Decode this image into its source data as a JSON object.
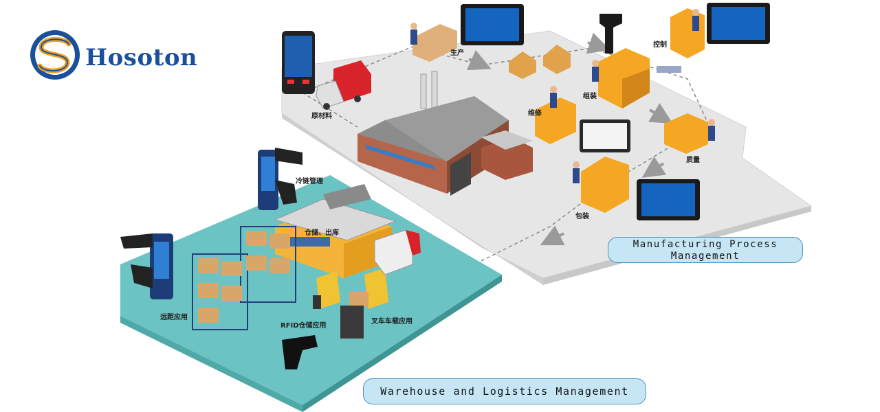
{
  "brand": {
    "name": "Hosoton"
  },
  "zones": {
    "manufacturing": {
      "title_line1": "Manufacturing Process",
      "title_line2": "Management",
      "stations": {
        "raw_material": "原材料",
        "production": "生产",
        "control": "控制",
        "assembly": "组装",
        "maintenance": "维修",
        "quality": "质量",
        "packaging": "包装"
      }
    },
    "warehouse": {
      "title": "Warehouse and Logistics Management",
      "stations": {
        "cold_chain": "冷链管理",
        "storage": "仓储、出库",
        "long_range": "远距应用",
        "rfid_storage": "RFID仓储应用",
        "forklift": "叉车车载应用"
      }
    }
  },
  "colors": {
    "brand_blue": "#1a4f9c",
    "brand_orange": "#f0a020",
    "factory_floor": "#e6e6e6",
    "warehouse_floor": "#6cc3c3",
    "machine_orange": "#f5a623",
    "pill_fill": "#c6e6f5",
    "pill_border": "#4a90c0"
  },
  "icons": [
    "logo-mark-icon",
    "handheld-device-icon",
    "rugged-tablet-icon",
    "barcode-scanner-icon",
    "rfid-handheld-icon",
    "truck-icon",
    "factory-icon",
    "warehouse-icon",
    "forklift-icon",
    "worker-icon",
    "robot-arm-icon",
    "flow-arrow-icon"
  ]
}
